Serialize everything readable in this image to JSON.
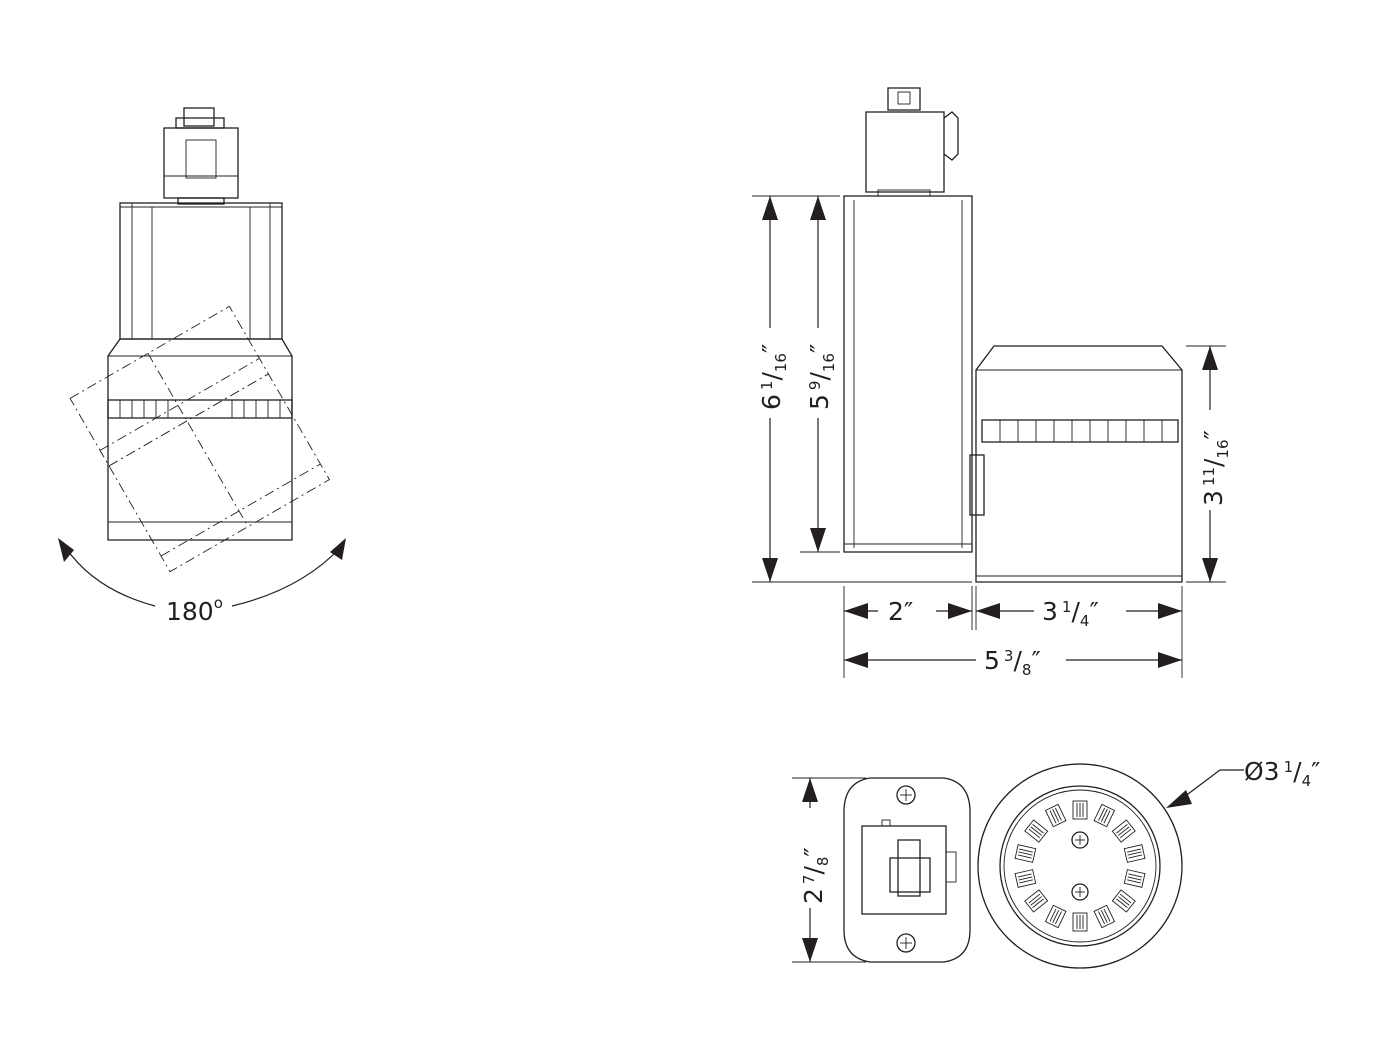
{
  "front_view": {
    "rotation_label": {
      "value": "180",
      "degree": "o"
    }
  },
  "side_view": {
    "overall_height": {
      "whole": "6",
      "num": "1",
      "den": "16",
      "unit": "″"
    },
    "body_height": {
      "whole": "5",
      "num": "9",
      "den": "16",
      "unit": "″"
    },
    "head_height": {
      "whole": "3",
      "num": "11",
      "den": "16",
      "unit": "″"
    },
    "body_width": {
      "text": "2″"
    },
    "head_length": {
      "whole": "3",
      "num": "1",
      "den": "4",
      "unit": "″"
    },
    "overall_length": {
      "whole": "5",
      "num": "3",
      "den": "8",
      "unit": "″"
    }
  },
  "bottom_view": {
    "width": {
      "whole": "2",
      "num": "7",
      "den": "8",
      "unit": "″"
    },
    "diameter": {
      "prefix": "Ø3",
      "num": "1",
      "den": "4",
      "unit": "″"
    }
  }
}
